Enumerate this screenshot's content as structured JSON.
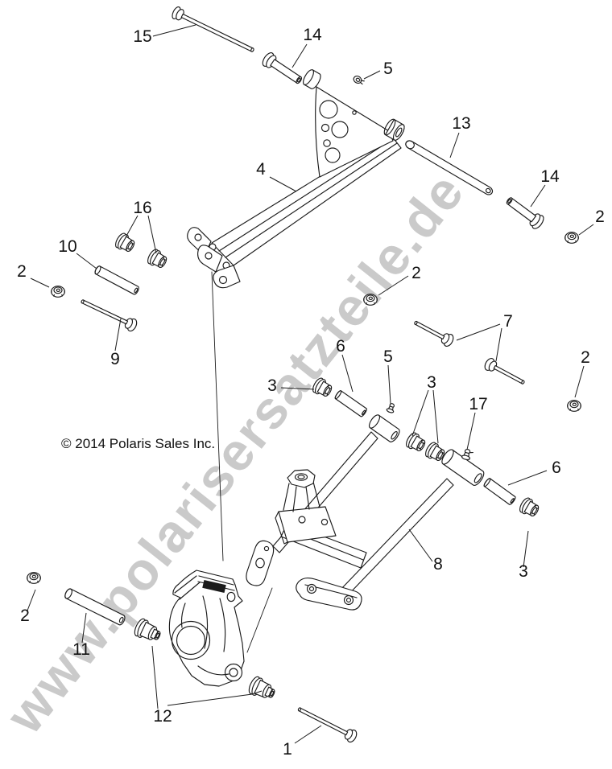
{
  "watermark": {
    "text": "www.polarisersatzteile.de",
    "color": "#c8c8c8"
  },
  "copyright": "© 2014 Polaris Sales Inc.",
  "callouts": [
    {
      "ref": "15",
      "depicts": "long flange bolt, top left"
    },
    {
      "ref": "14",
      "depicts": "shoulder bolt, top"
    },
    {
      "ref": "5",
      "depicts": "small screw fitting, top"
    },
    {
      "ref": "13",
      "depicts": "pivot shaft tube"
    },
    {
      "ref": "14",
      "depicts": "shoulder bolt, right"
    },
    {
      "ref": "2",
      "depicts": "flange nut, far right"
    },
    {
      "ref": "4",
      "depicts": "upper control arm"
    },
    {
      "ref": "16",
      "depicts": "bushing pair"
    },
    {
      "ref": "10",
      "depicts": "spacer tube"
    },
    {
      "ref": "2",
      "depicts": "flange nut, left"
    },
    {
      "ref": "9",
      "depicts": "long flange bolt"
    },
    {
      "ref": "2",
      "depicts": "flange nut, middle"
    },
    {
      "ref": "7",
      "depicts": "flange bolt pair"
    },
    {
      "ref": "2",
      "depicts": "flange nut, mid right"
    },
    {
      "ref": "6",
      "depicts": "spacer tube, center"
    },
    {
      "ref": "5",
      "depicts": "grease fitting, center"
    },
    {
      "ref": "3",
      "depicts": "bushing, left of arm"
    },
    {
      "ref": "3",
      "depicts": "bushing pair, center"
    },
    {
      "ref": "17",
      "depicts": "grease fitting"
    },
    {
      "ref": "6",
      "depicts": "spacer tube, right"
    },
    {
      "ref": "3",
      "depicts": "bushing, lower right"
    },
    {
      "ref": "8",
      "depicts": "rear control arm assembly"
    },
    {
      "ref": "2",
      "depicts": "flange nut, lower left"
    },
    {
      "ref": "11",
      "depicts": "spacer tube, lower"
    },
    {
      "ref": "12",
      "depicts": "bushing pair, knuckle"
    },
    {
      "ref": "1",
      "depicts": "long flange bolt, bottom"
    }
  ]
}
